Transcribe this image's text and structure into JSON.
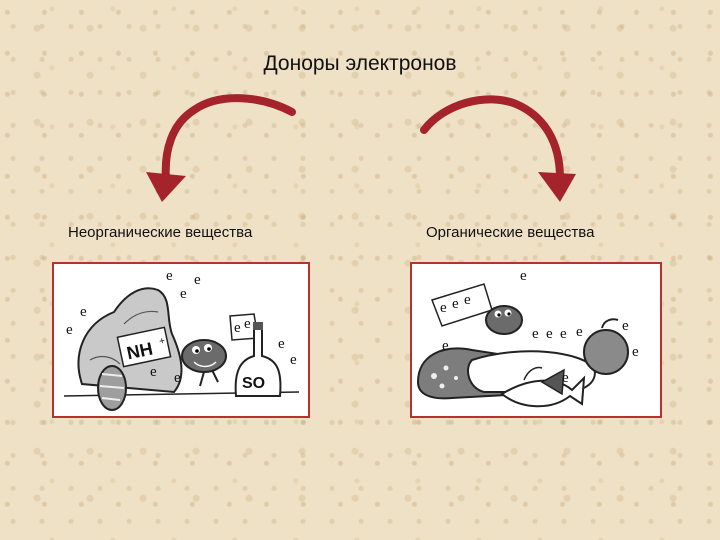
{
  "title": "Доноры электронов",
  "categories": {
    "left": {
      "label": "Неорганические вещества"
    },
    "right": {
      "label": "Органические вещества"
    }
  },
  "illustration_text": {
    "ammonia": "NH",
    "sulfite": "SO",
    "electron": "e"
  },
  "colors": {
    "arrow": "#a5232a",
    "panel_border": "#b6322e",
    "background": "#efe1c6"
  }
}
